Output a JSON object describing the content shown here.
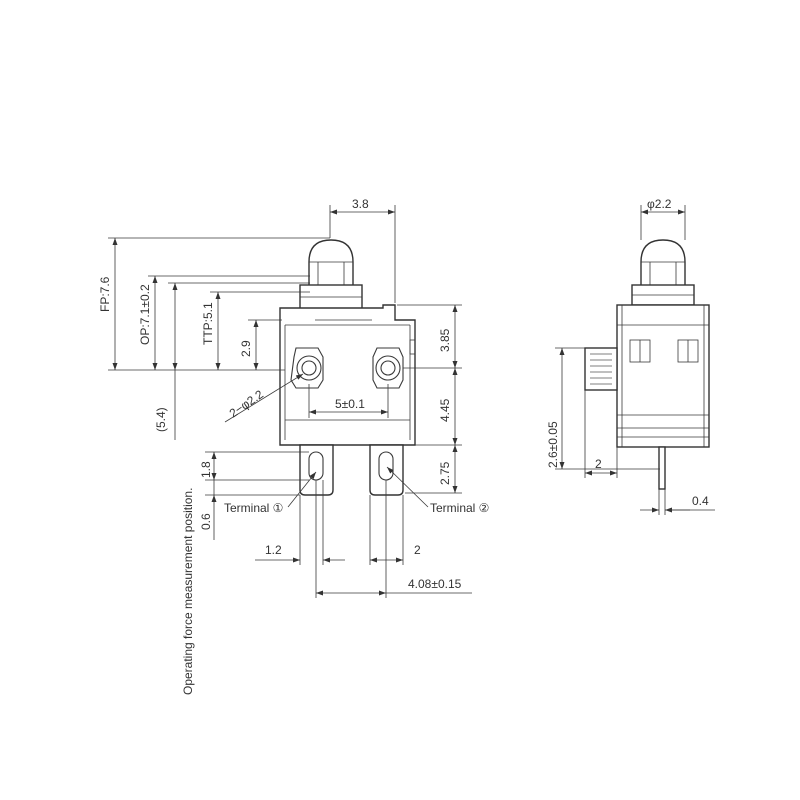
{
  "front_view": {
    "dim_top_width": "3.8",
    "dim_fp": "FP:7.6",
    "dim_op": "OP:7.1±0.2",
    "dim_ttp": "TTP:5.1",
    "dim_2_9": "2.9",
    "dim_5_4": "(5.4)",
    "dim_hole": "2−φ2.2",
    "dim_hole_pitch": "5±0.1",
    "dim_3_85": "3.85",
    "dim_4_45": "4.45",
    "dim_2_75": "2.75",
    "dim_1_8": "1.8",
    "dim_0_6": "0.6",
    "dim_1_2": "1.2",
    "dim_2": "2",
    "dim_term_pitch": "4.08±0.15",
    "terminal_1": "Terminal ①",
    "terminal_2": "Terminal ②",
    "note_force": "Operating force measurement position."
  },
  "side_view": {
    "dim_plunger_dia": "φ2.2",
    "dim_2_6": "2.6±0.05",
    "dim_2": "2",
    "dim_0_4": "0.4"
  }
}
